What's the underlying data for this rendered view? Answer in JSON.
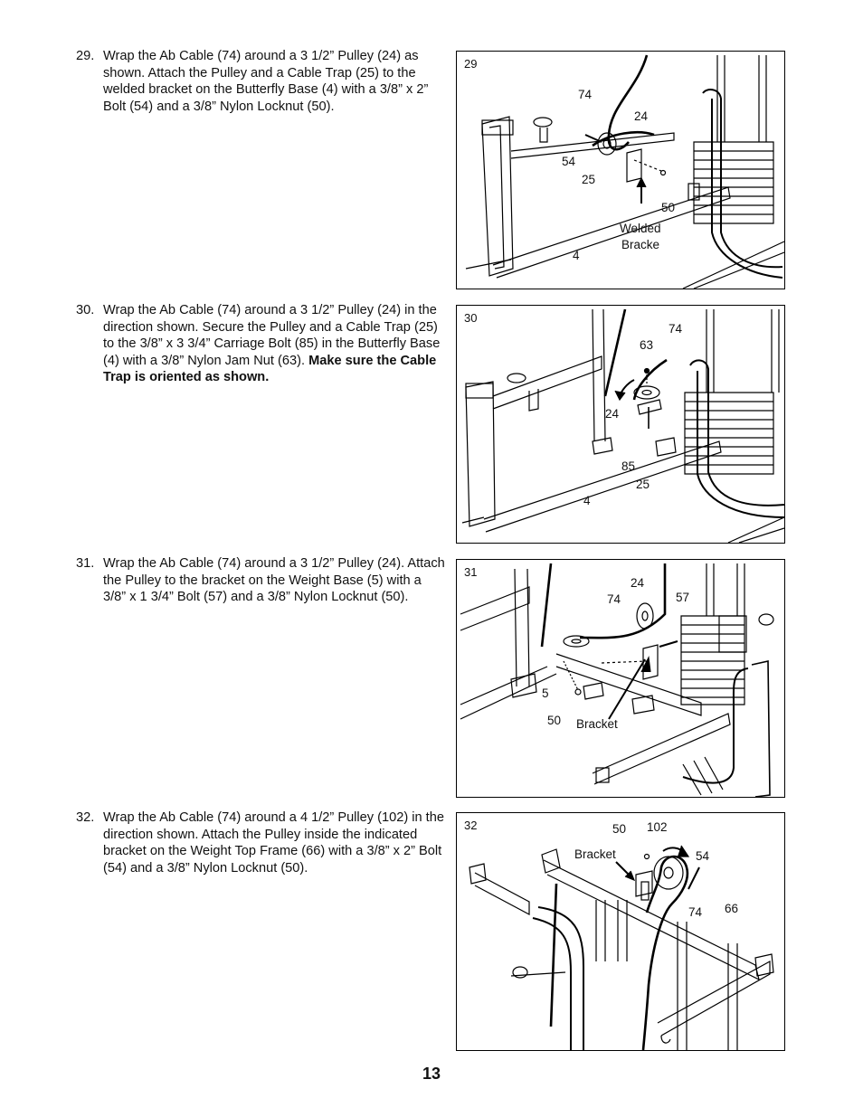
{
  "steps": [
    {
      "number": "29.",
      "text": "Wrap the Ab Cable (74) around a 3 1/2” Pulley (24) as shown. Attach the Pulley and a Cable Trap (25) to the welded bracket on the Butterfly Base (4) with a 3/8” x 2” Bolt (54) and a 3/8” Nylon Locknut (50).",
      "bold": ""
    },
    {
      "number": "30.",
      "text": "Wrap the Ab Cable (74) around a 3 1/2” Pulley (24) in the direction shown. Secure the Pulley and a Cable Trap (25) to the 3/8” x 3 3/4” Carriage Bolt (85) in the Butterfly Base (4) with a 3/8” Nylon Jam Nut (63).",
      "bold": "Make sure the Cable Trap is oriented as shown."
    },
    {
      "number": "31.",
      "text": "Wrap the Ab Cable (74) around a 3 1/2” Pulley (24). Attach the Pulley to the bracket on the Weight Base (5) with a 3/8” x 1 3/4” Bolt (57) and a 3/8” Nylon Locknut (50).",
      "bold": ""
    },
    {
      "number": "32.",
      "text": "Wrap the Ab Cable (74) around a 4 1/2” Pulley (102) in the direction shown. Attach the Pulley inside the indicated bracket on the Weight Top Frame (66) with a 3/8” x 2” Bolt (54) and a 3/8” Nylon Locknut (50).",
      "bold": ""
    }
  ],
  "figures": [
    {
      "number": "29",
      "labels": [
        "74",
        "24",
        "54",
        "25",
        "50",
        "Welded",
        "Bracke",
        "4"
      ]
    },
    {
      "number": "30",
      "labels": [
        "74",
        "63",
        "24",
        "85",
        "25",
        "4"
      ]
    },
    {
      "number": "31",
      "labels": [
        "24",
        "74",
        "57",
        "5",
        "50",
        "Bracket"
      ]
    },
    {
      "number": "32",
      "labels": [
        "50",
        "102",
        "Bracket",
        "54",
        "74",
        "66"
      ]
    }
  ],
  "page_number": "13"
}
